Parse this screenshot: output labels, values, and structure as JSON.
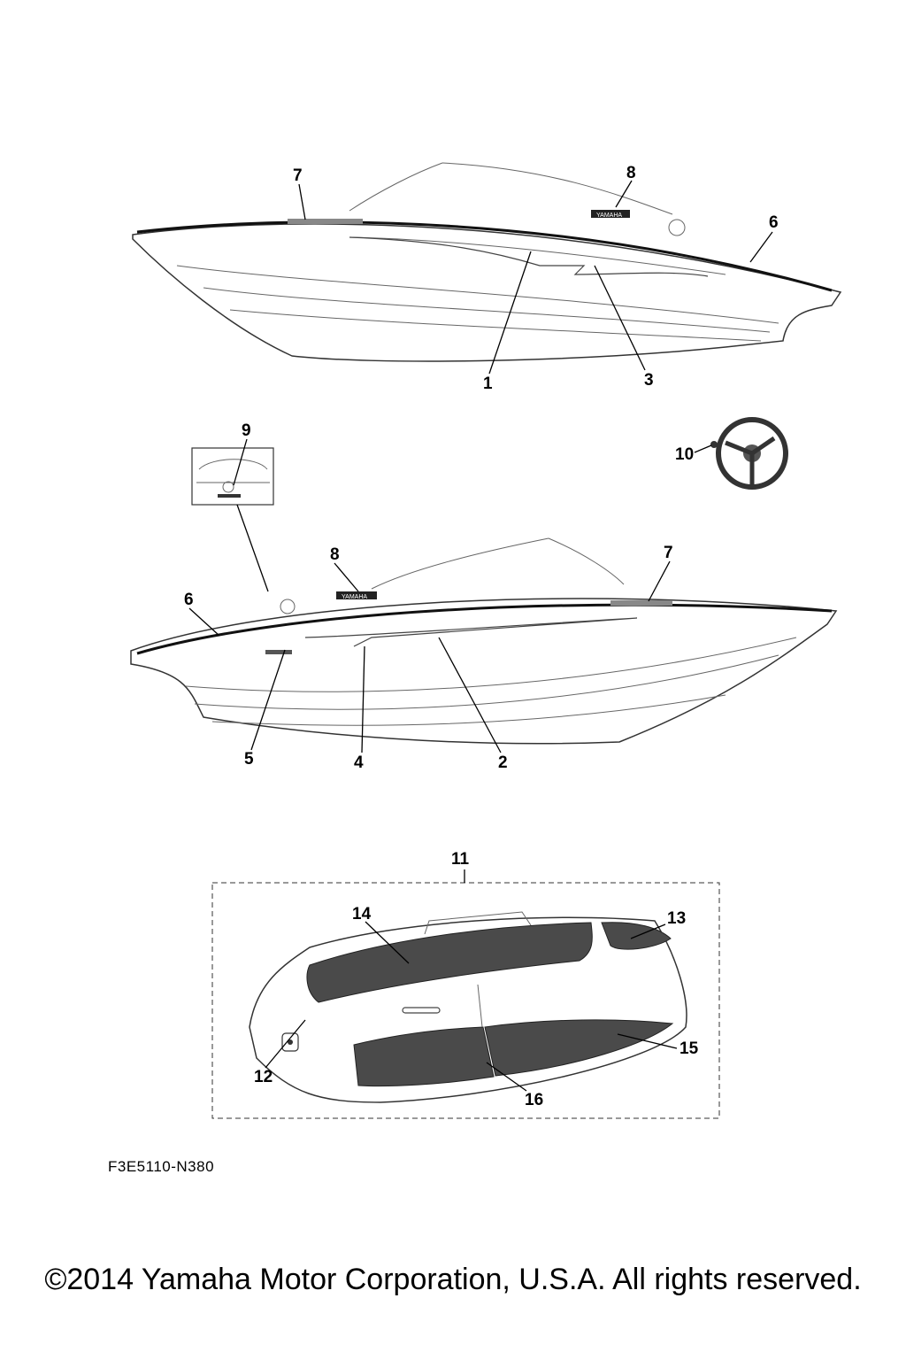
{
  "callouts": {
    "top": [
      "7",
      "8",
      "6",
      "1",
      "3"
    ],
    "middle": [
      "9",
      "10",
      "8",
      "7",
      "6",
      "5",
      "4",
      "2"
    ],
    "bottom": [
      "11",
      "14",
      "13",
      "15",
      "12",
      "16"
    ]
  },
  "logo_text": "YAMAHA",
  "drawing_code": "F3E5110-N380",
  "copyright": "©2014 Yamaha Motor Corporation, U.S.A. All rights reserved."
}
